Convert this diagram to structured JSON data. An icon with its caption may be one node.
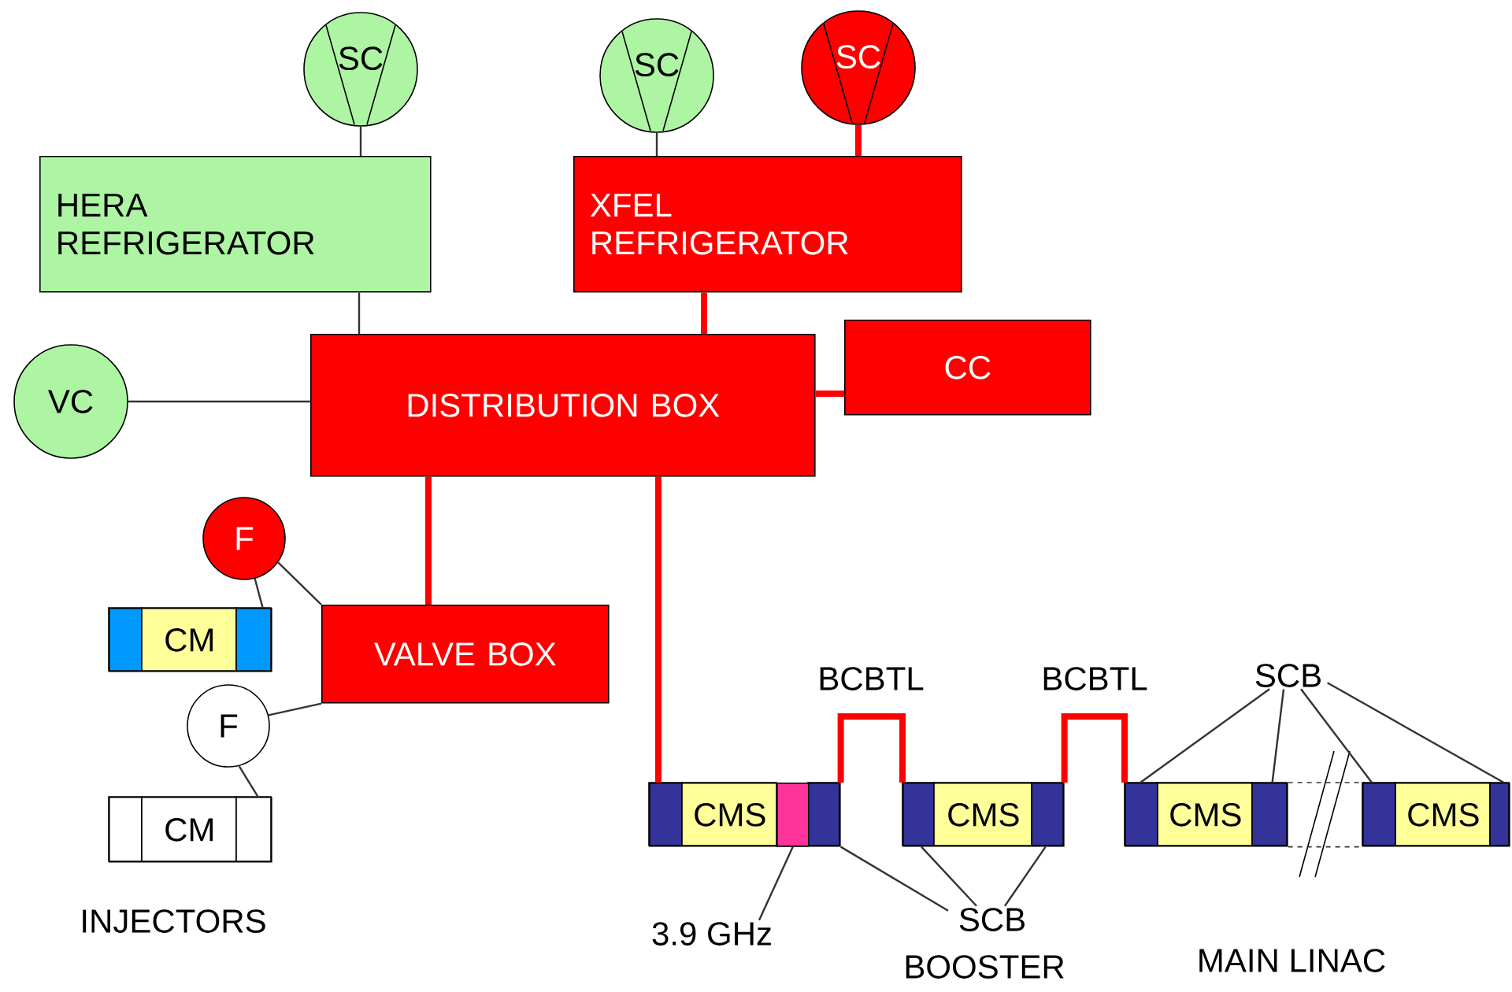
{
  "diagram": {
    "nodes": [
      {
        "text": [
          "SC"
        ]
      },
      {
        "text": [
          "SC"
        ]
      },
      {
        "text": [
          "SC"
        ]
      },
      {
        "text": [
          "HERA REFRIGERATOR"
        ]
      },
      {
        "text": [
          "XFEL REFRIGERATOR"
        ]
      },
      {
        "text": [
          "VC"
        ]
      },
      {
        "text": [
          "DISTRIBUTION BOX"
        ]
      },
      {
        "text": [
          "CC"
        ]
      },
      {
        "text": [
          "F"
        ]
      },
      {
        "text": [
          "CM"
        ]
      },
      {
        "text": [
          "VALVE BOX"
        ]
      },
      {
        "text": [
          "F"
        ]
      },
      {
        "text": [
          "CM"
        ]
      },
      {
        "text": [
          "CMS"
        ]
      },
      {
        "text": [],
        "shape": "box",
        "in": 13
      },
      {
        "text": [
          "CMS"
        ]
      },
      {
        "text": [
          "CMS"
        ]
      },
      {
        "text": [
          "CMS"
        ]
      },
      {
        "text": [
          "3.9 GHz"
        ]
      },
      {
        "text": [
          "SCB"
        ]
      },
      {
        "text": [
          "SCB"
        ]
      }
    ],
    "edges": [
      {
        "from": 0,
        "to": 3,
        "arrow": "none"
      },
      {
        "from": 1,
        "to": 4,
        "arrow": "none"
      },
      {
        "from": 2,
        "to": 4,
        "arrow": "none",
        "style": "thick",
        "color": "#ff0000"
      },
      {
        "from": 3,
        "to": 6,
        "arrow": "none"
      },
      {
        "from": 4,
        "to": 6,
        "arrow": "none",
        "style": "thick",
        "color": "#ff0000"
      },
      {
        "from": 5,
        "to": 6,
        "arrow": "none"
      },
      {
        "from": 6,
        "to": 7,
        "arrow": "none",
        "style": "thick",
        "color": "#ff0000"
      },
      {
        "from": 6,
        "to": 10,
        "arrow": "none",
        "style": "thick",
        "color": "#ff0000"
      },
      {
        "from": 6,
        "to": 13,
        "arrow": "none",
        "style": "thick",
        "color": "#ff0000"
      },
      {
        "from": 8,
        "to": 9,
        "arrow": "none"
      },
      {
        "from": 8,
        "to": 10,
        "arrow": "none"
      },
      {
        "from": 11,
        "to": 10,
        "arrow": "none"
      },
      {
        "from": 11,
        "to": 12,
        "arrow": "none"
      },
      {
        "from": 13,
        "to": 15,
        "arrow": "none",
        "label": "BCBTL",
        "style": "thick",
        "color": "#ff0000"
      },
      {
        "from": 15,
        "to": 16,
        "arrow": "none",
        "label": "BCBTL",
        "style": "thick",
        "color": "#ff0000"
      },
      {
        "from": 16,
        "to": 17,
        "arrow": "none",
        "style": "dashed"
      },
      {
        "from": 18,
        "to": 14,
        "arrow": "none"
      },
      {
        "from": 19,
        "to": 13,
        "arrow": "none"
      },
      {
        "from": 19,
        "to": 15,
        "arrow": "none"
      },
      {
        "from": 19,
        "to": 15,
        "arrow": "none"
      },
      {
        "from": 20,
        "to": 16,
        "arrow": "none"
      },
      {
        "from": 20,
        "to": 16,
        "arrow": "none"
      },
      {
        "from": 20,
        "to": 17,
        "arrow": "none"
      },
      {
        "from": 20,
        "to": 17,
        "arrow": "none"
      }
    ],
    "labels": [
      "INJECTORS",
      "BOOSTER",
      "MAIN LINAC"
    ]
  }
}
